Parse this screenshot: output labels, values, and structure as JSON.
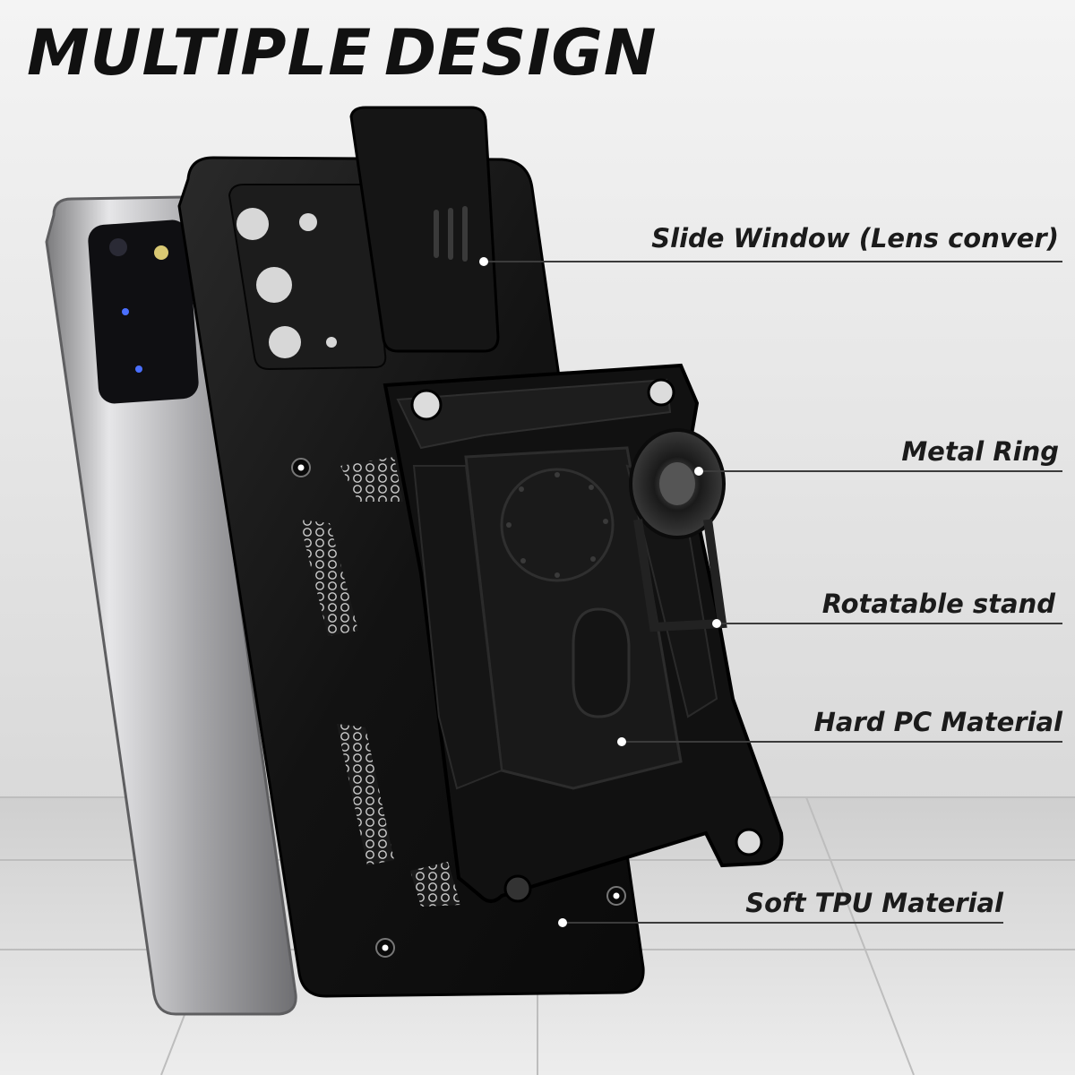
{
  "headline": {
    "word1": "MULTIPLE",
    "word2": "DESIGN"
  },
  "callouts": [
    {
      "label": "Slide Window (Lens conver)"
    },
    {
      "label": "Metal Ring"
    },
    {
      "label": "Rotatable stand"
    },
    {
      "label": "Hard PC Material"
    },
    {
      "label": "Soft TPU Material"
    }
  ],
  "colors": {
    "accent_gradient_start": "#1f6fd6",
    "accent_gradient_end": "#63d7ff",
    "case_black": "#141414",
    "phone_silver": "#b9b9bb",
    "background": "#e9e9e9"
  }
}
